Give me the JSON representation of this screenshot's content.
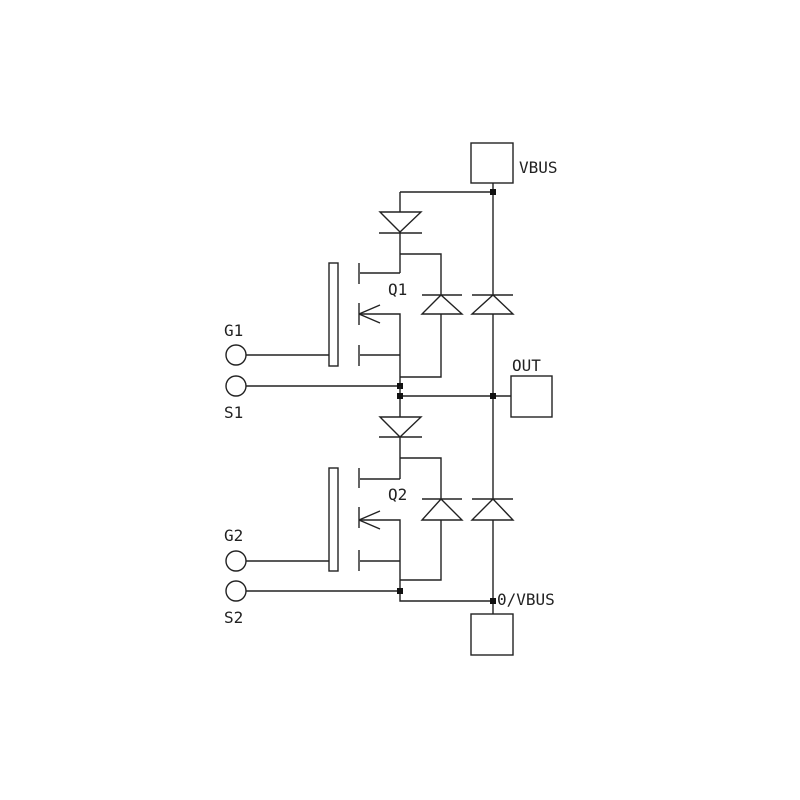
{
  "labels": {
    "vbus": "VBUS",
    "out": "OUT",
    "gnd_vbus": "0/VBUS",
    "q1": "Q1",
    "q2": "Q2",
    "g1": "G1",
    "s1": "S1",
    "g2": "G2",
    "s2": "S2"
  },
  "colors": {
    "line": "#222222",
    "background": "#ffffff"
  }
}
